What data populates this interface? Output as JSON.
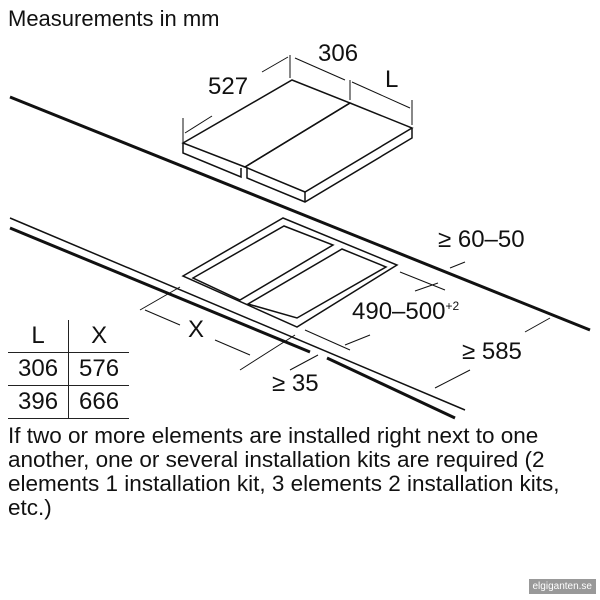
{
  "title": "Measurements in mm",
  "dimensions": {
    "depth": "527",
    "width": "306",
    "width_var": "L",
    "rear_gap": "≥ 60–50",
    "cutout_depth": "490–500",
    "cutout_tol": "+2",
    "cutout_width": "X",
    "front_gap": "≥ 35",
    "worktop_depth": "≥ 585"
  },
  "table": {
    "headers": [
      "L",
      "X"
    ],
    "rows": [
      [
        "306",
        "576"
      ],
      [
        "396",
        "666"
      ]
    ]
  },
  "note": "If two or more elements are installed right next to one another, one or several installation kits are required (2 elements 1 installation kit, 3 elements 2 installation kits, etc.)",
  "watermark": "elgiganten.se"
}
